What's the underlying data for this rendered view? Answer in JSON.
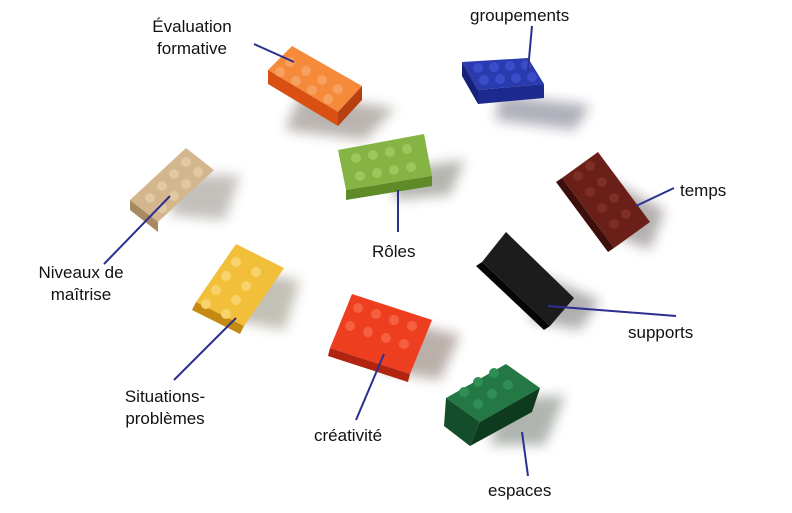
{
  "labels": {
    "evaluation_line1": "Évaluation",
    "evaluation_line2": "formative",
    "groupements": "groupements",
    "temps": "temps",
    "roles": "Rôles",
    "niveaux_line1": "Niveaux de",
    "niveaux_line2": "maîtrise",
    "supports": "supports",
    "situations_line1": "Situations-",
    "situations_line2": "problèmes",
    "creativite": "créativité",
    "espaces": "espaces"
  },
  "colors": {
    "connector": "#2b2f8f",
    "orange_brick": "#f2661c",
    "blue_brick": "#1f2f9a",
    "green_brick": "#7aa63a",
    "brown_brick": "#5a1a14",
    "tan_brick": "#c9aa82",
    "yellow_brick": "#f0b72a",
    "red_brick": "#e8361c",
    "black_brick": "#141414",
    "darkgreen_brick": "#1f6a3a"
  }
}
